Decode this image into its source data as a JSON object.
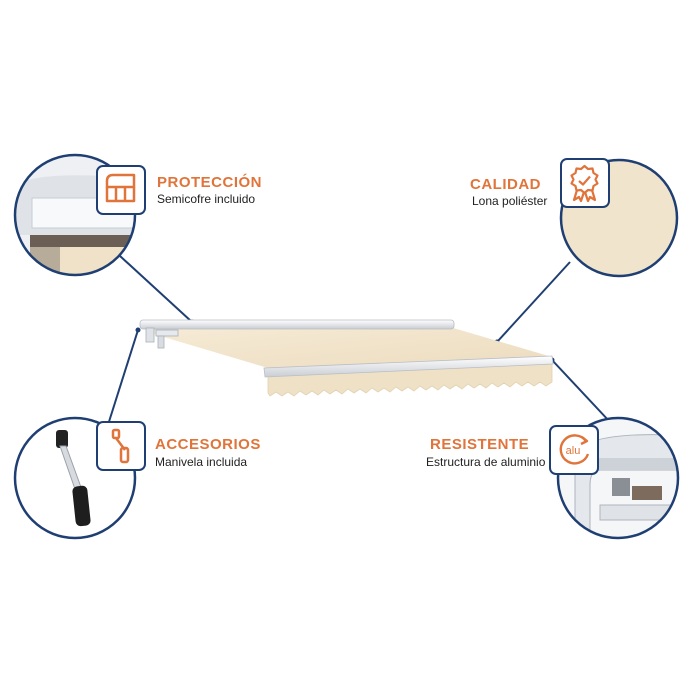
{
  "colors": {
    "accent": "#e0743a",
    "frame_navy": "#1f3f73",
    "canvas_cream": "#f1e4cc"
  },
  "features": {
    "proteccion": {
      "title": "PROTECCIÓN",
      "subtitle": "Semicofre incluido",
      "icon": "semi-cassette-icon"
    },
    "calidad": {
      "title": "CALIDAD",
      "subtitle": "Lona poliéster",
      "icon": "quality-rosette-icon"
    },
    "accesorios": {
      "title": "ACCESORIOS",
      "subtitle": "Manivela incluida",
      "icon": "crank-handle-icon"
    },
    "resistente": {
      "title": "RESISTENTE",
      "subtitle": "Estructura de aluminio",
      "icon": "alu-icon",
      "icon_text": "alu"
    }
  }
}
